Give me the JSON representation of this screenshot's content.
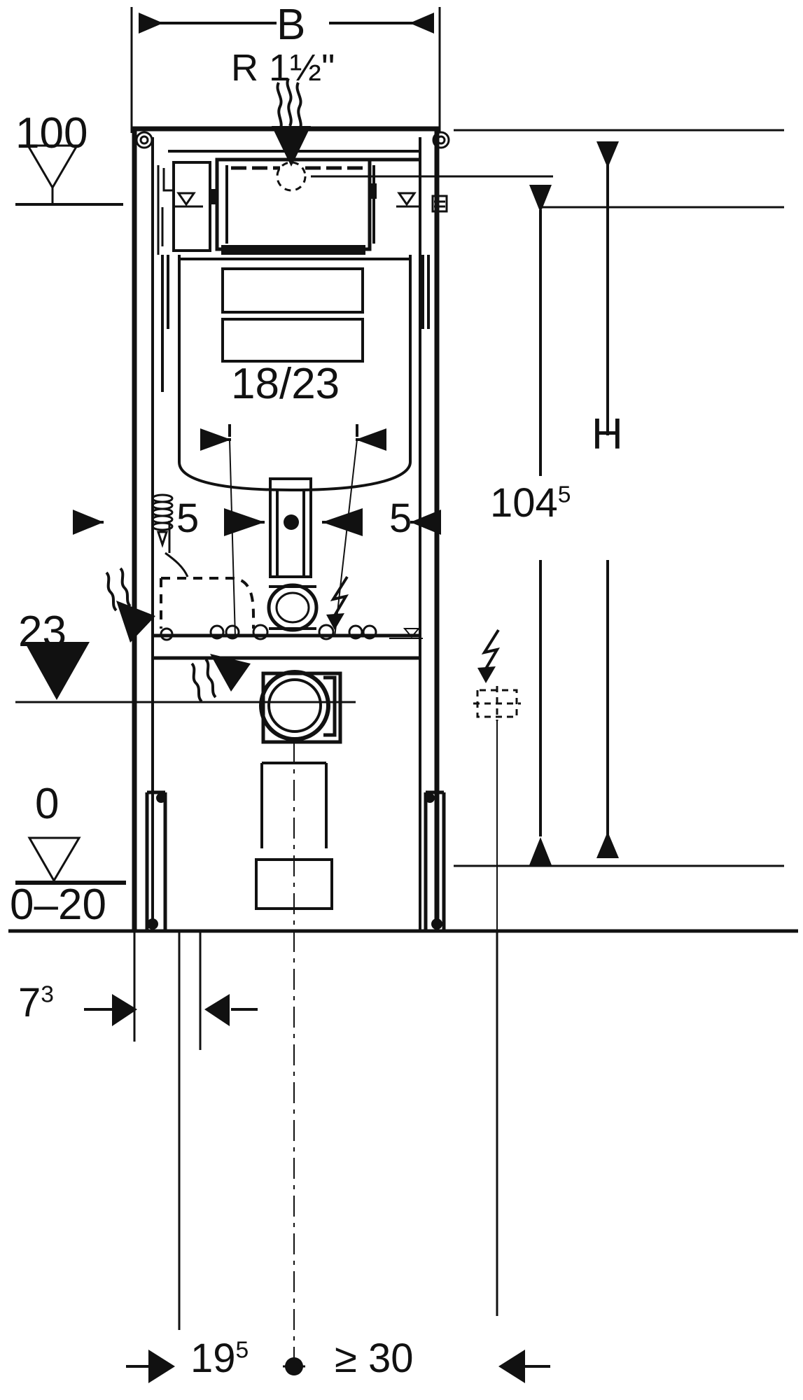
{
  "drawing": {
    "title": "Geberit installation frame dimension drawing",
    "units": "cm",
    "line_color": "#111111",
    "background_color": "#ffffff"
  },
  "dimensions": {
    "width_symbol": {
      "name": "width-symbol-B",
      "text": "B"
    },
    "height_symbol": {
      "name": "height-symbol-H",
      "text": "H"
    },
    "water_connection": {
      "name": "water-connection",
      "text": "R 1½\""
    },
    "level_100": {
      "name": "level-100",
      "text": "100",
      "marker": "hollow-triangle"
    },
    "level_23": {
      "name": "level-23",
      "text": "23",
      "marker": "filled-triangle"
    },
    "level_0": {
      "name": "level-0",
      "text": "0",
      "marker": "hollow-triangle"
    },
    "level_0_20": {
      "name": "level-0-20",
      "text": "0–20"
    },
    "flush_pipe": {
      "name": "flush-pipe-dimension",
      "text": "18/23"
    },
    "offset_left": {
      "name": "offset-left-5",
      "text": "5"
    },
    "offset_right": {
      "name": "offset-right-5",
      "text": "5"
    },
    "total_height": {
      "name": "total-height-104-5",
      "base": "104",
      "sup": "5"
    },
    "depth_7_3": {
      "name": "depth-7-3",
      "base": "7",
      "sup": "3"
    },
    "depth_19_5": {
      "name": "depth-19-5",
      "base": "19",
      "sup": "5"
    },
    "min_clearance": {
      "name": "min-clearance-30",
      "text": "≥ 30"
    }
  },
  "icons": {
    "water_wave": "water-supply-wavy-icon",
    "electric_bolt": "electrical-connection-bolt-icon",
    "drain_triangle": "drain-level-triangle-icon",
    "center_dot": "center-axis-dot-icon",
    "arrow_left": "dimension-arrow-left-icon",
    "arrow_right": "dimension-arrow-right-icon",
    "arrow_down": "dimension-arrow-down-icon",
    "arrow_up": "dimension-arrow-up-icon",
    "corner_bolt": "frame-corner-bolt-icon",
    "flush_valve": "flush-valve-circle-icon",
    "waste_elbow": "waste-connection-elbow-icon"
  }
}
